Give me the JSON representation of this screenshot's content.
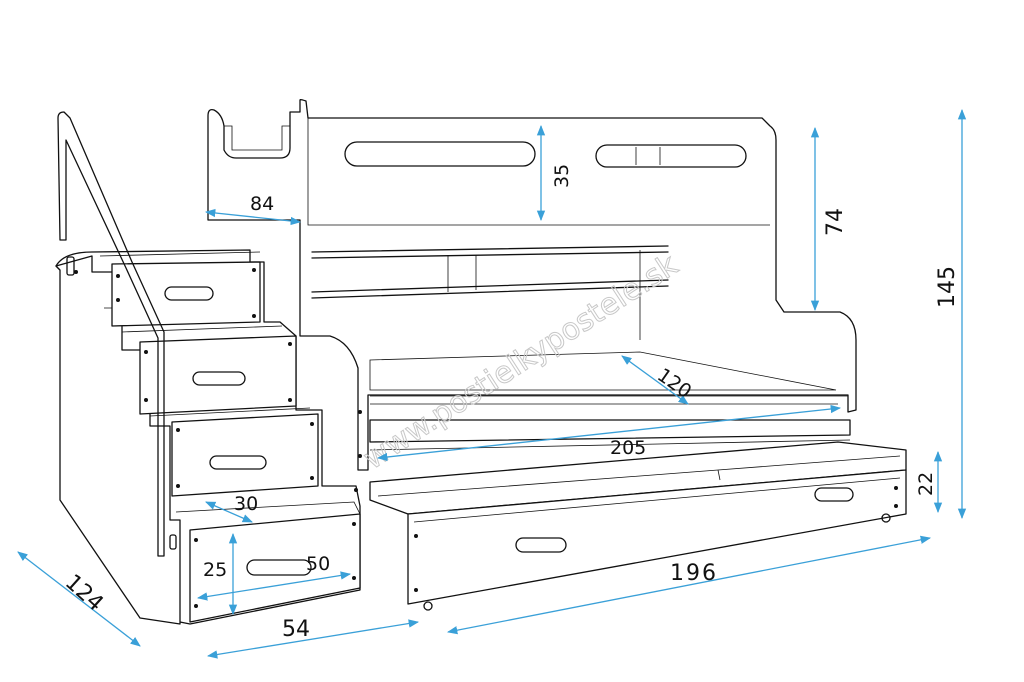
{
  "watermark": "www.postielkypostele.sk",
  "accent_color": "#3aa0d8",
  "dimensions": {
    "depth": "124",
    "step_width": "54",
    "drawer_length": "196",
    "headboard_depth": "84",
    "headboard_cutout": "35",
    "upper_guard": "74",
    "total_height": "145",
    "mattress_width": "120",
    "mattress_length": "205",
    "drawer_height": "22",
    "step_depth": "30",
    "step_height": "25",
    "step_inner": "50"
  }
}
